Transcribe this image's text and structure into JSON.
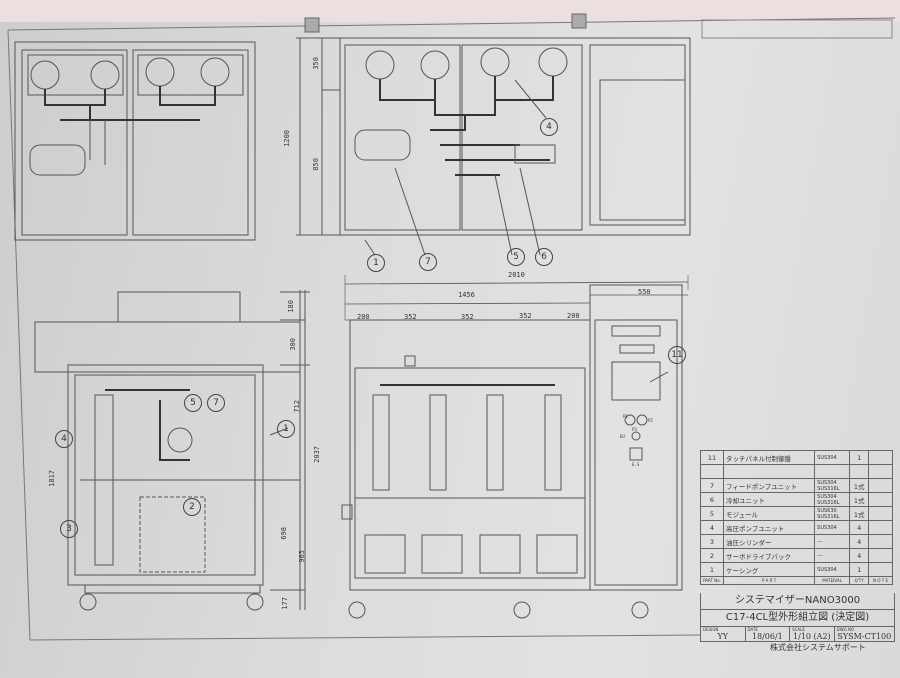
{
  "top_view_dims": {
    "overall_depth": "1200",
    "upper": "350",
    "lower": "850"
  },
  "front_dims": {
    "overall_width": "2010",
    "frame_width": "1456",
    "panel_width": "550",
    "pitch": [
      "200",
      "352",
      "352",
      "352",
      "200"
    ]
  },
  "side_dims": {
    "top": "180",
    "d2": "300",
    "d3": "712",
    "overall_height": "2037",
    "lower": "698",
    "base": "965",
    "foot": "177",
    "left_height": "1817"
  },
  "balloons": {
    "top": [
      "1",
      "7",
      "5",
      "6",
      "4"
    ],
    "side": [
      "5",
      "7",
      "4",
      "1",
      "3",
      "2"
    ],
    "front": [
      "11"
    ]
  },
  "panel_labels": {
    "p1": "P1",
    "p2": "P2",
    "p3": "P3",
    "eu": "EU",
    "es": "E.S"
  },
  "parts_list": {
    "rows": [
      {
        "no": "11",
        "part": "タッチパネル付制御盤",
        "material": "SUS304",
        "qty": "1"
      },
      {
        "no": "7",
        "part": "フィードポンプユニット",
        "material": "SUS304 SUS316L",
        "qty": "1式"
      },
      {
        "no": "6",
        "part": "冷却ユニット",
        "material": "SUS304 SUS316L",
        "qty": "1式"
      },
      {
        "no": "5",
        "part": "モジュール",
        "material": "SUS630 SUS316L",
        "qty": "1式"
      },
      {
        "no": "4",
        "part": "高圧ポンプユニット",
        "material": "SUS304",
        "qty": "4"
      },
      {
        "no": "3",
        "part": "油圧シリンダー",
        "material": "---",
        "qty": "4"
      },
      {
        "no": "2",
        "part": "サーボドライブパック",
        "material": "---",
        "qty": "4"
      },
      {
        "no": "1",
        "part": "ケーシング",
        "material": "SUS304",
        "qty": "1"
      }
    ],
    "headers": {
      "no": "PART No.",
      "part": "P A R T",
      "material": "MATERIAL",
      "qty": "Q'TY",
      "note": "N O T E"
    }
  },
  "title_block": {
    "product": "システマイザーNANO3000",
    "drawing_title": "C17-4CL型外形組立図 (決定図)",
    "design_label": "DESIGN",
    "design": "YY",
    "date_label": "DATE",
    "date": "18/06/1",
    "scale_label": "SCALE",
    "scale": "1/10 (A2)",
    "dwg_label": "DWG NO",
    "dwg_no": "SYSM-CT100",
    "company": "株式会社システムサポート"
  }
}
